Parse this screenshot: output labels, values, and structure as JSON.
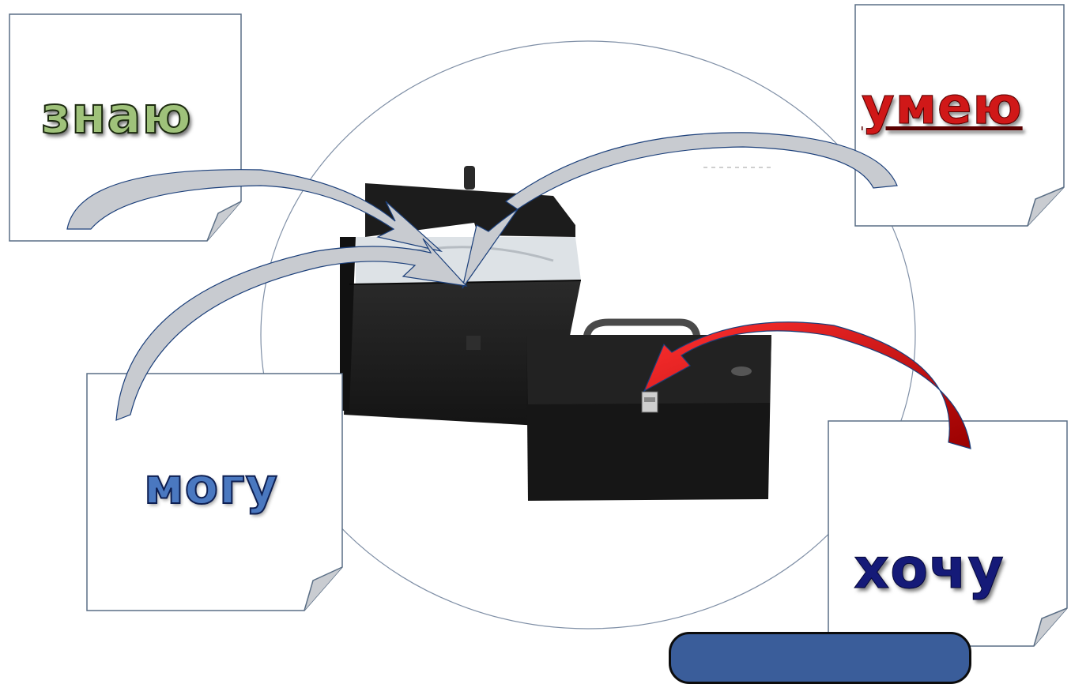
{
  "words": {
    "know": "знаю",
    "can_do": "умею",
    "able": "могу",
    "want": "хочу"
  },
  "colors": {
    "know": "#9fc27a",
    "can_do": "#d01818",
    "able": "#4a78c0",
    "want": "#151a78",
    "arrow_gray": "#c8cbd0",
    "arrow_red": "#d00a0a",
    "box_blue": "#3a5d9a"
  },
  "icons": [
    "portfolio-bag-open",
    "briefcase-closed",
    "curved-arrow",
    "curled-note-card"
  ]
}
